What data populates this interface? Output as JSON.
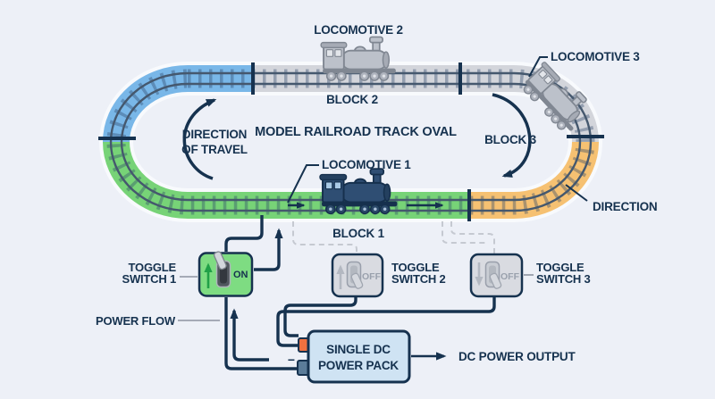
{
  "title": "MODEL RAILROAD TRACK OVAL",
  "track": {
    "blocks": [
      {
        "label": "BLOCK 1",
        "color": "#77d377"
      },
      {
        "label": "BLOCK 2",
        "color": "#d3d5db"
      },
      {
        "label": "BLOCK 3",
        "color": "#f6c172"
      }
    ],
    "direction_of_travel": {
      "line1": "DIRECTION",
      "line2": "OF TRAVEL"
    },
    "direction_label": "DIRECTION"
  },
  "locomotives": [
    {
      "label": "LOCOMOTIVE 1",
      "color": "#2f4e73"
    },
    {
      "label": "LOCOMOTIVE 2",
      "color": "#bcc1ca"
    },
    {
      "label": "LOCOMOTIVE 3",
      "color": "#bcc1ca"
    }
  ],
  "switches": [
    {
      "line1": "TOGGLE",
      "line2": "SWITCH 1",
      "state": "ON",
      "arrow": "up"
    },
    {
      "line1": "TOGGLE",
      "line2": "SWITCH 2",
      "state": "OFF",
      "arrow": "up"
    },
    {
      "line1": "TOGGLE",
      "line2": "SWITCH 3",
      "state": "OFF",
      "arrow": "down"
    }
  ],
  "power": {
    "flow_label": "POWER FLOW",
    "pack_line1": "SINGLE DC",
    "pack_line2": "POWER PACK",
    "output_label": "DC POWER OUTPUT",
    "minus": "−"
  },
  "colors": {
    "bg": "#edf0f7",
    "navy": "#16324f",
    "track_blue": "#79b7e8",
    "track_green": "#77d377",
    "track_gray": "#d3d5db",
    "track_orange": "#f6c172",
    "switch_on": "#7edc82",
    "switch_off": "#d9dbe1",
    "pack_blue": "#cfe3f3",
    "terminal_orange": "#f0713f",
    "terminal_slate": "#5b7c99"
  }
}
